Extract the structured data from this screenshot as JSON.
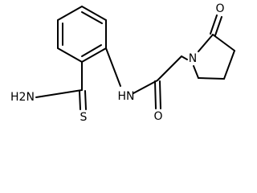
{
  "molecule": {
    "atoms": {
      "amine_nh2": "H2N",
      "thio_sulfur": "S",
      "amide_nh": "HN",
      "amide_oxygen": "O",
      "ring_nitrogen": "N",
      "lactam_oxygen": "O"
    }
  }
}
